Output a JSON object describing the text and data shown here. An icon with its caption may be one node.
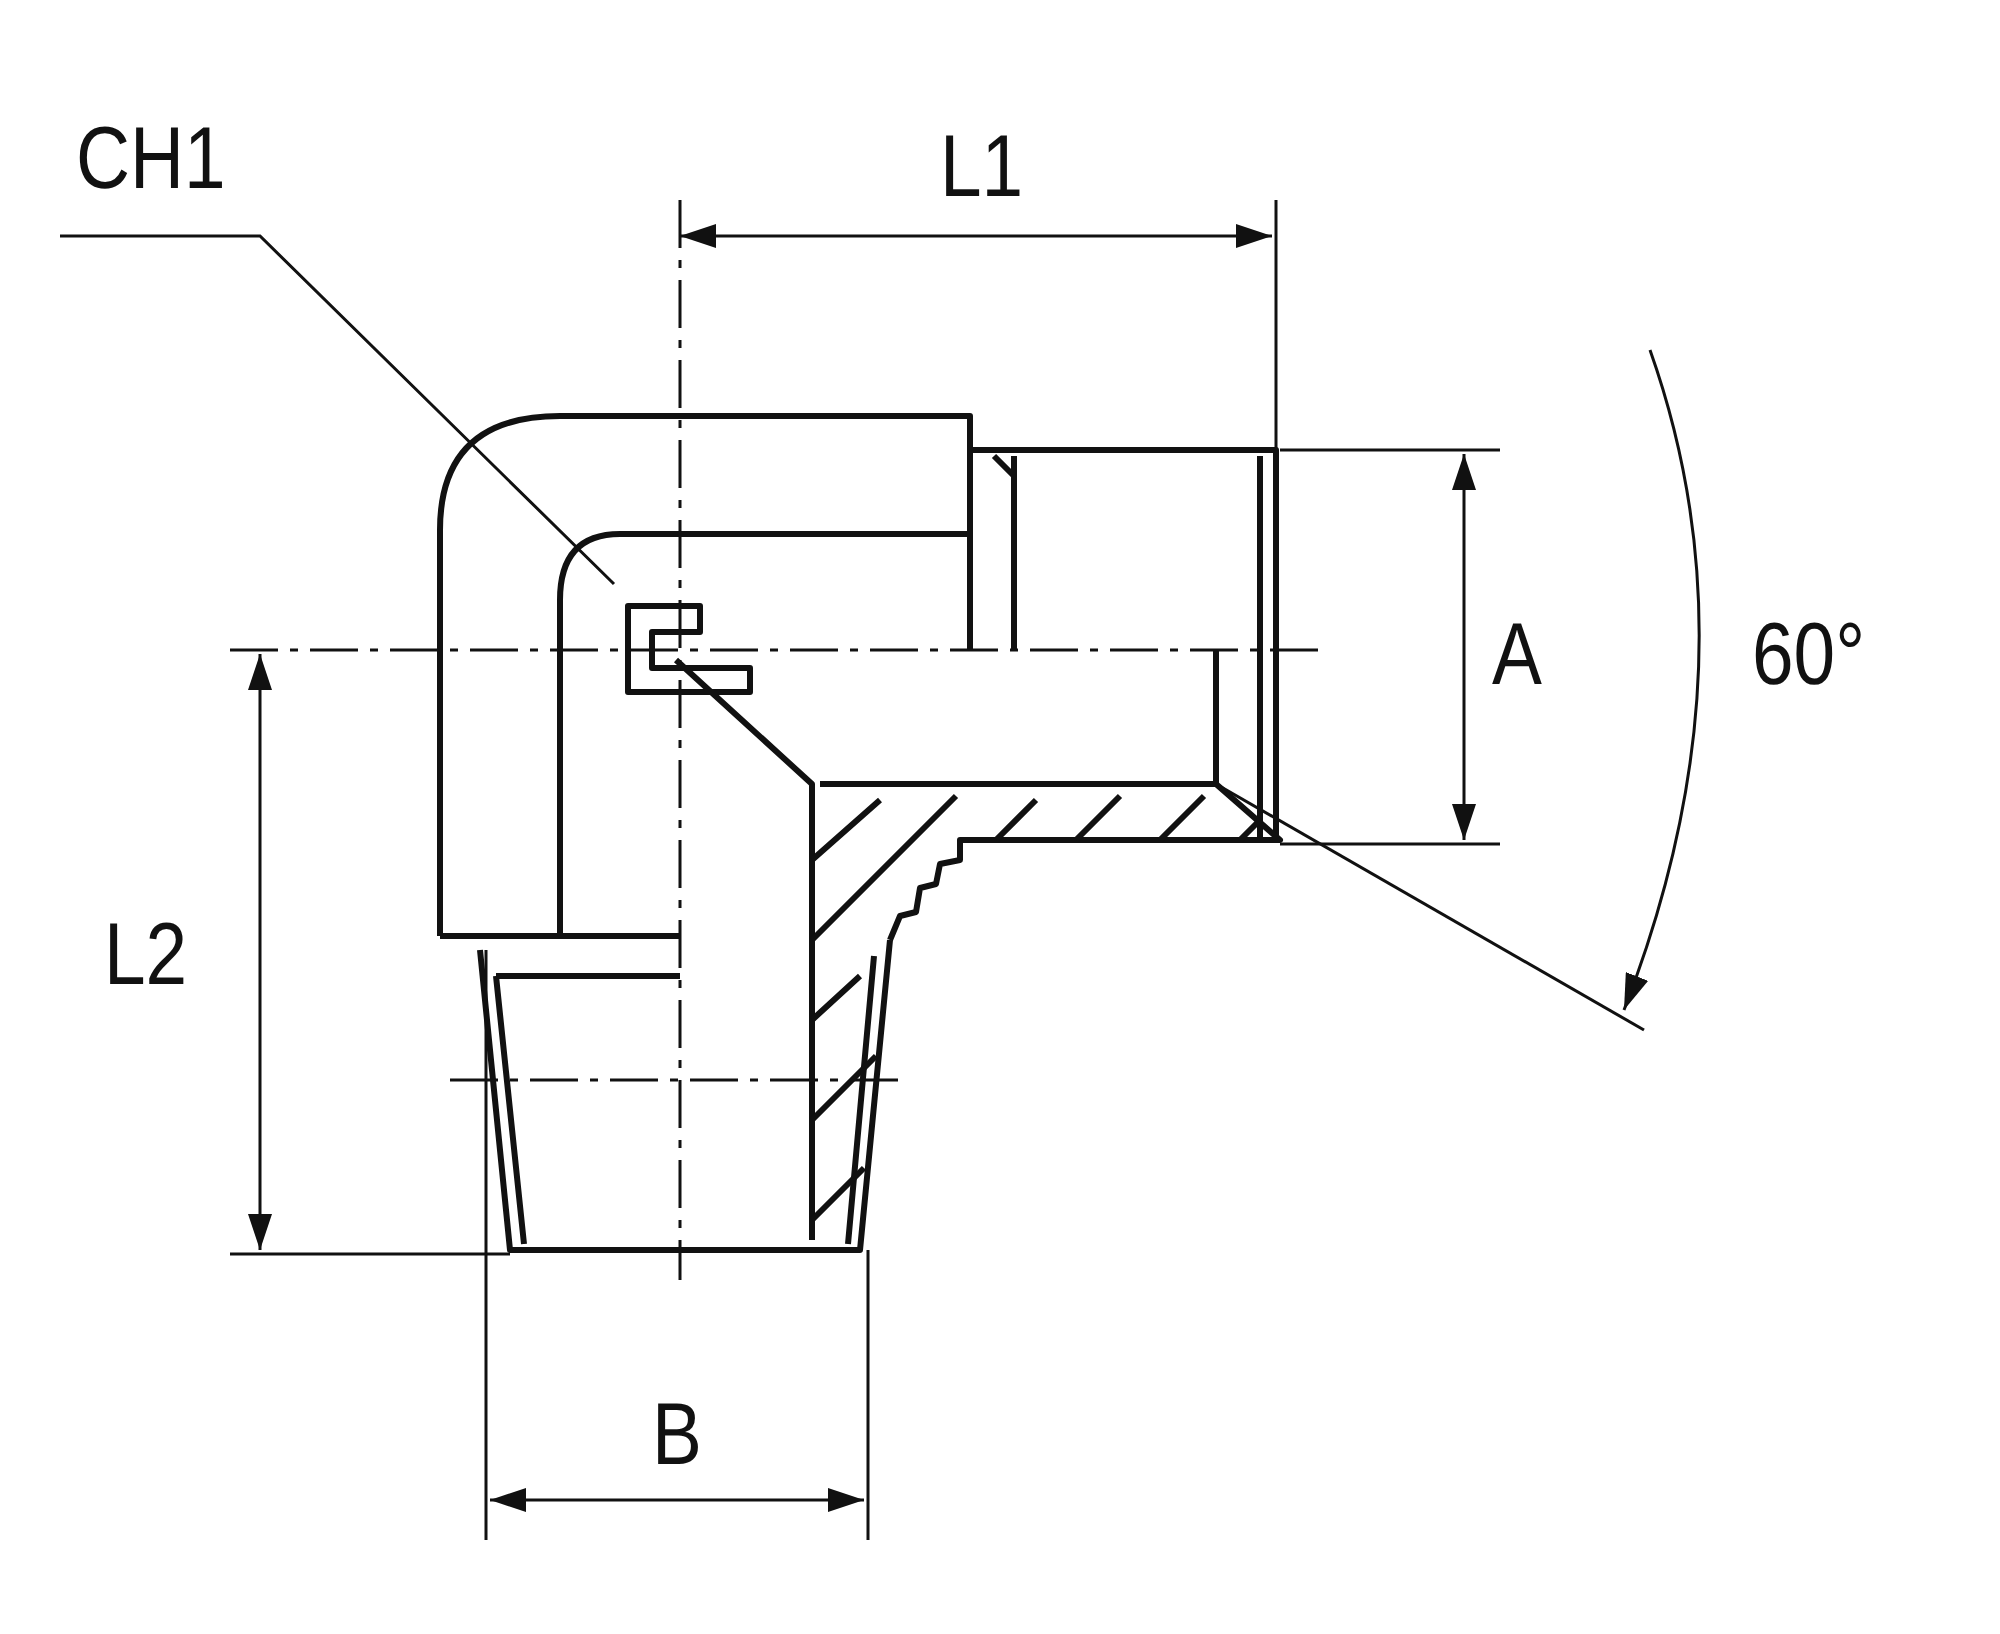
{
  "diagram": {
    "nodes": [
      {
        "text": [
          "CH1"
        ]
      },
      {
        "text": [],
        "shape": "picture"
      }
    ],
    "edges": [
      {
        "from": 0,
        "to": 1,
        "arrow": "none"
      }
    ],
    "labels": [
      "L1",
      "A",
      "60°",
      "L2",
      "B"
    ]
  }
}
